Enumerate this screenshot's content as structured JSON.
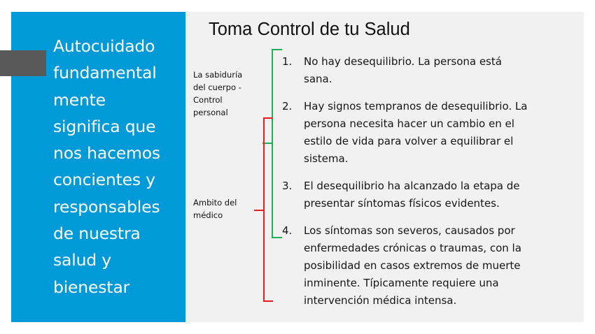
{
  "left_panel": {
    "lines": [
      "Autocuidado",
      "fundamental",
      "mente",
      "significa que",
      "nos hacemos",
      "concientes y",
      "responsables",
      "de nuestra",
      "salud y",
      "bienestar"
    ],
    "background_color": "#009ad8",
    "text_color": "#ffffff",
    "accent_tab_color": "#595959"
  },
  "content": {
    "title": "Toma Control de tu Salud",
    "background_color": "#f1f1f1",
    "side_labels": [
      {
        "lines": [
          "La sabiduría",
          "del cuerpo -",
          "Control",
          "personal"
        ],
        "bracket_color": "#1fb055"
      },
      {
        "lines": [
          "Ambito del",
          "médico"
        ],
        "bracket_color": "#ee1c1c"
      }
    ],
    "items": [
      {
        "number": "1.",
        "lines": [
          "No hay desequilibrio. La persona está",
          "sana."
        ]
      },
      {
        "number": "2.",
        "lines": [
          "Hay signos tempranos de desequilibrio. La",
          "persona necesita hacer un cambio en el",
          "estilo de vida para volver a equilibrar el",
          "sistema."
        ]
      },
      {
        "number": "3.",
        "lines": [
          "El desequilibrio ha alcanzado la etapa de",
          "presentar síntomas físicos evidentes."
        ]
      },
      {
        "number": "4.",
        "lines": [
          "Los síntomas son severos, causados por",
          "enfermedades crónicas o traumas, con la",
          "posibilidad en casos extremos de muerte",
          "inminente. Típicamente requiere una",
          "intervención médica intensa."
        ]
      }
    ]
  }
}
